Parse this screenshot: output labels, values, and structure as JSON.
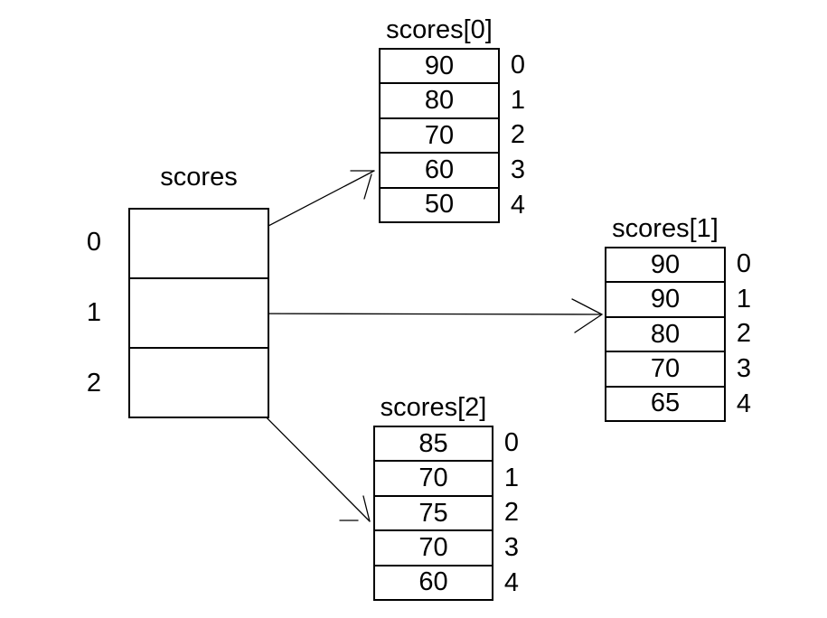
{
  "diagram": {
    "background_color": "#ffffff",
    "line_color": "#000000",
    "text_color": "#000000",
    "root": {
      "label": "scores",
      "indices": [
        "0",
        "1",
        "2"
      ]
    },
    "arrays": [
      {
        "title": "scores[0]",
        "values": [
          "90",
          "80",
          "70",
          "60",
          "50"
        ],
        "indices": [
          "0",
          "1",
          "2",
          "3",
          "4"
        ]
      },
      {
        "title": "scores[1]",
        "values": [
          "90",
          "90",
          "80",
          "70",
          "65"
        ],
        "indices": [
          "0",
          "1",
          "2",
          "3",
          "4"
        ]
      },
      {
        "title": "scores[2]",
        "values": [
          "85",
          "70",
          "75",
          "70",
          "60"
        ],
        "indices": [
          "0",
          "1",
          "2",
          "3",
          "4"
        ]
      }
    ]
  }
}
